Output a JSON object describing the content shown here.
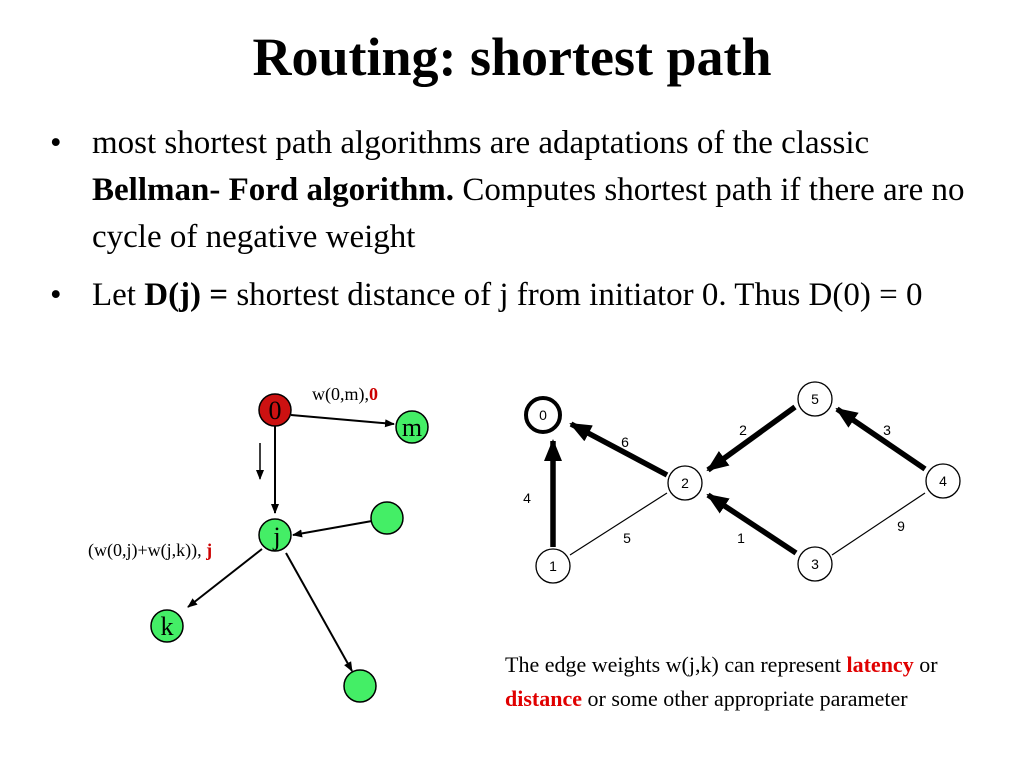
{
  "title": "Routing: shortest path",
  "bullets": [
    {
      "symbol": "•",
      "part1": "most shortest path algorithms are adaptations of the classic ",
      "bold": "Bellman- Ford algorithm.",
      "part2": " Computes shortest path if there are no cycle of negative weight"
    },
    {
      "symbol": "•",
      "part1": "Let ",
      "bold": "D(j) =",
      "part2": " shortest distance of j from initiator 0. Thus D(0) = 0"
    }
  ],
  "left_diagram": {
    "colors": {
      "initiator": "#cc1111",
      "node": "#44ee66",
      "stroke": "#000000",
      "red_text": "#cc0000"
    },
    "nodes": {
      "zero": "0",
      "m": "m",
      "j": "j",
      "k": "k"
    },
    "label_top": {
      "text": "w(0,m),",
      "red": "0"
    },
    "label_mid": {
      "text": "(w(0,j)+w(j,k)), ",
      "red": "j"
    }
  },
  "right_diagram": {
    "nodes": [
      "0",
      "1",
      "2",
      "3",
      "4",
      "5"
    ],
    "weights": {
      "n1_n0": "4",
      "n2_n0": "6",
      "n1_n2": "5",
      "n5_n2": "2",
      "n3_n2": "1",
      "n4_n5": "3",
      "n4_n3": "9"
    }
  },
  "caption": {
    "part1": "The edge weights w(j,k) can represent ",
    "red1": "latency",
    "part2": " or ",
    "red2": "distance",
    "part3": " or some other appropriate parameter"
  }
}
